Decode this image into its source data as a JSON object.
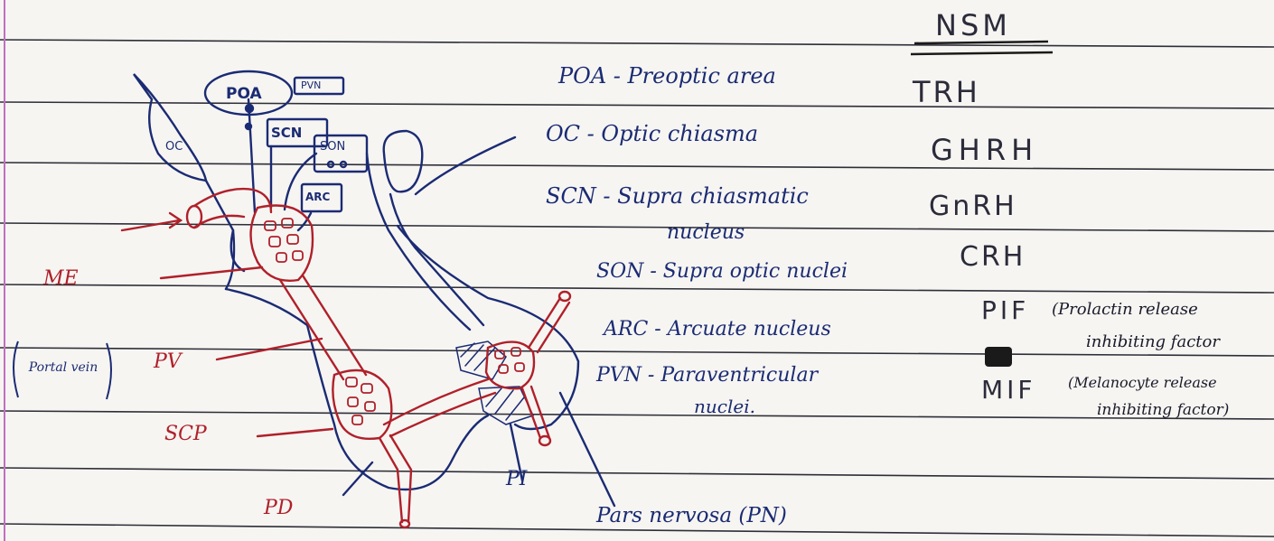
{
  "header": {
    "title": "NSM"
  },
  "diagram_labels": {
    "poa": "POA",
    "pvn": "PVN",
    "oc": "OC",
    "scn": "SCN",
    "son": "SON",
    "arc": "ARC",
    "me": "ME",
    "portal_vein": "Portal vein",
    "pv": "PV",
    "scp": "SCP",
    "pd": "PD",
    "pi": "PI",
    "pars_nervosa": "Pars nervosa (PN)"
  },
  "abbreviations": [
    {
      "text": "POA - Preoptic area"
    },
    {
      "text": "OC - Optic chiasma"
    },
    {
      "text": "SCN - Supra chiasmatic"
    },
    {
      "text": "nucleus"
    },
    {
      "text": "SON - Supra optic nuclei"
    },
    {
      "text": "ARC - Arcuate nucleus"
    },
    {
      "text": "PVN - Paraventricular"
    },
    {
      "text": "nuclei."
    }
  ],
  "hormones": [
    {
      "text": "TRH"
    },
    {
      "text": "GHRH"
    },
    {
      "text": "GnRH"
    },
    {
      "text": "CRH"
    },
    {
      "text": "PIF"
    },
    {
      "text": "(Prolactin release"
    },
    {
      "text": "inhibiting factor"
    },
    {
      "text": "MIF"
    },
    {
      "text": "(Melanocyte release"
    },
    {
      "text": "inhibiting factor)"
    }
  ],
  "colors": {
    "ink_blue": "#1b2b73",
    "ink_red": "#b0202a",
    "rule_line": "#2e2e38",
    "margin_line": "#c070c0",
    "paper": "#f6f5f2"
  }
}
